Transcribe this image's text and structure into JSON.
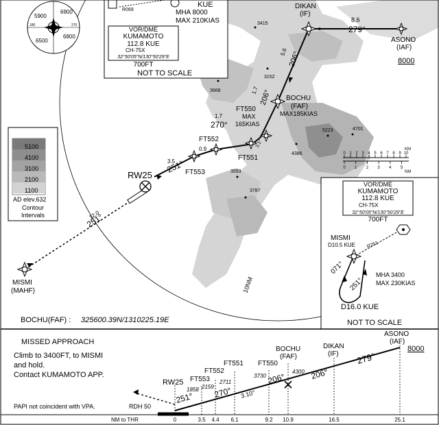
{
  "plan": {
    "fixes": {
      "dikan": {
        "name": "DIKAN",
        "role": "(IF)"
      },
      "asono": {
        "name": "ASONO",
        "role": "(IAF)",
        "altitude": "8000"
      },
      "bochu": {
        "name": "BOCHU",
        "role": "(FAF)",
        "speed": "MAX185KIAS"
      },
      "ft550": {
        "name": "FT550",
        "speed1": "MAX",
        "speed2": "165KIAS"
      },
      "ft551": {
        "name": "FT551"
      },
      "ft552": {
        "name": "FT552"
      },
      "ft553": {
        "name": "FT553"
      },
      "rw25": {
        "name": "RW25"
      },
      "mismi": {
        "name": "MISMI",
        "role": "(MAHF)"
      }
    },
    "legs": {
      "asono_dikan": {
        "dist": "8.6",
        "course": "279°"
      },
      "dikan_bochu": {
        "dist": "5.6",
        "course": "206°"
      },
      "bochu_ft550": {
        "dist": "1.7",
        "course": "206°"
      },
      "ft550_ft551": {
        "dist": "1.7",
        "course": "270°"
      },
      "ft551_ft552_angle": "3.1°",
      "ft552_ft553": {
        "dist": "0.9"
      },
      "ft553_rw25": {
        "dist": "3.5",
        "course": "251°"
      },
      "rw25_mismi": {
        "dist": "12.0",
        "course": "251°"
      }
    },
    "spot_elevations": [
      "3415",
      "3152",
      "3668",
      "5223",
      "4701",
      "4386",
      "3593",
      "3787"
    ],
    "ring_label": "10NM",
    "bochu_coord_label": "BOCHU(FAF) :",
    "bochu_coord_value": "325600.39N/1310225.19E",
    "terrain_legend": {
      "levels": [
        "5100",
        "4100",
        "3100",
        "2100",
        "1100"
      ],
      "colors": [
        "#7a7a7a",
        "#8e8e8e",
        "#a3a3a3",
        "#b9b9b9",
        "#d2d2d2"
      ],
      "ad_elev": "AD elev.632",
      "title1": "Contour",
      "title2": "Intervals"
    },
    "msa_compass": {
      "sectors": [
        "5900",
        "6900",
        "6500",
        "6800"
      ],
      "radials": [
        "180",
        "270"
      ]
    },
    "scale": {
      "km_label": "KM",
      "km_ticks": [
        "0",
        "1",
        "2",
        "3",
        "4",
        "5",
        "6",
        "7",
        "8",
        "9",
        "10"
      ],
      "nm_label": "NM",
      "nm_ticks": [
        "0",
        "1",
        "2",
        "3",
        "4",
        "5"
      ]
    },
    "top_inset": {
      "radial": "R069",
      "fix": "KUE",
      "mha": "MHA 8000",
      "max": "MAX 210KIAS",
      "vor_title": "VOR/DME",
      "vor_name": "KUMAMOTO",
      "vor_freq": "112.8   KUE",
      "vor_ch": "CH-75X",
      "vor_coord": "32°50'05\"N/130°50'29\"E",
      "vor_elev": "700FT",
      "not_to_scale": "NOT TO SCALE"
    },
    "right_inset": {
      "vor_title": "VOR/DME",
      "vor_name": "KUMAMOTO",
      "vor_freq": "112.8   KUE",
      "vor_ch": "CH-75X",
      "vor_coord": "32°50'05\"N/130°50'29\"E",
      "vor_elev": "700FT",
      "fix": "MISMI",
      "fix_dme": "D10.5 KUE",
      "radial": "R251",
      "in_course": "071°",
      "out_course": "251°",
      "mha": "MHA 3400",
      "max": "MAX 230KIAS",
      "dme_end": "D16.0 KUE",
      "not_to_scale": "NOT TO SCALE"
    }
  },
  "profile": {
    "missed_title": "MISSED APPROACH",
    "missed_line1": "Climb to 3400FT, to MISMI",
    "missed_line2": "and hold.",
    "missed_line3": "Contact KUMAMOTO APP.",
    "papi_note": "PAPI not coincident with VPA.",
    "rdh": "RDH 50",
    "fix_names": {
      "rw25": "RW25",
      "ft553": "FT553",
      "ft552": "FT552",
      "ft551": "FT551",
      "ft550": "FT550",
      "bochu": "BOCHU",
      "bochu_role": "(FAF)",
      "dikan": "DIKAN",
      "dikan_role": "(IF)",
      "asono": "ASONO",
      "asono_role": "(IAF)"
    },
    "altitudes": {
      "ft553": "1858",
      "ft552": "2159",
      "ft551": "2711",
      "ft550": "3730",
      "bochu": "4300",
      "asono": "8000"
    },
    "courses": {
      "c251": "251°",
      "c270": "270°",
      "c206a": "206°",
      "c206b": "206°",
      "c279": "279°"
    },
    "gp_angle": "3.10°",
    "distance_axis": {
      "label": "NM to THR",
      "values": [
        "0",
        "3.5",
        "4.4",
        "6.1",
        "9.2",
        "10.9",
        "16.5",
        "25.1"
      ]
    }
  }
}
